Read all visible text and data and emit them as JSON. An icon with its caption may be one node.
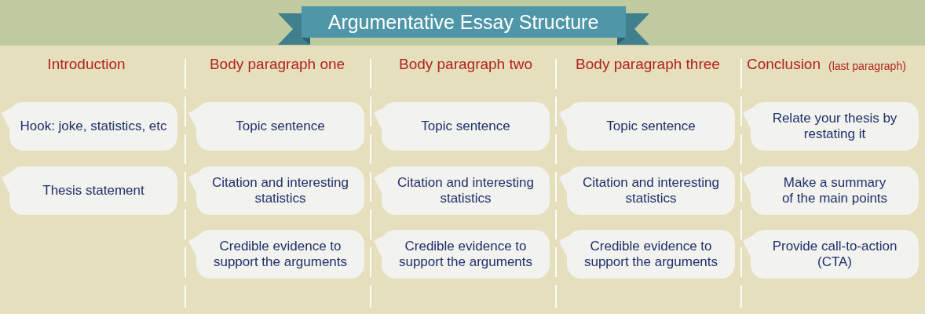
{
  "diagram": {
    "title": "Argumentative Essay Structure",
    "nodes": [
      {
        "text": [
          "Hook: joke, statistics, etc"
        ]
      },
      {
        "text": [
          "Thesis statement"
        ]
      },
      {
        "text": [
          "Topic sentence"
        ]
      },
      {
        "text": [
          "Citation and interesting statistics"
        ]
      },
      {
        "text": [
          "Credible evidence to support the arguments"
        ]
      },
      {
        "text": [
          "Topic sentence"
        ]
      },
      {
        "text": [
          "Citation and interesting statistics"
        ]
      },
      {
        "text": [
          "Credible evidence to support the arguments"
        ]
      },
      {
        "text": [
          "Topic sentence"
        ]
      },
      {
        "text": [
          "Citation and interesting statistics"
        ]
      },
      {
        "text": [
          "Credible evidence to support the arguments"
        ]
      },
      {
        "text": [
          "Relate your thesis by restating it"
        ]
      },
      {
        "text": [
          "Make a summary of the main points"
        ]
      },
      {
        "text": [
          "Provide call-to-action (CTA)"
        ]
      }
    ],
    "labels": [
      "Introduction",
      "Body paragraph one",
      "Body paragraph two",
      "Body paragraph three",
      "Conclusion",
      "(last paragraph)"
    ]
  }
}
